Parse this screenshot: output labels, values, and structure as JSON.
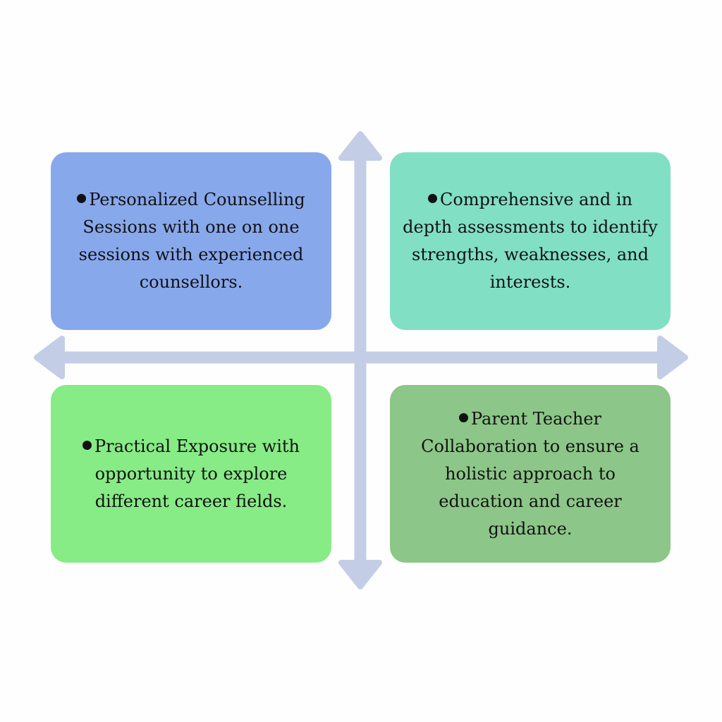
{
  "colors": {
    "top_left": "#88a8ec",
    "top_right": "#81dfc4",
    "bottom_left": "#87eb86",
    "bottom_right": "#8cc688",
    "axis": "#c4cde6"
  },
  "quadrants": {
    "top_left": {
      "text": "Personalized Counselling Sessions with one on one sessions with experienced counsellors."
    },
    "top_right": {
      "text": "Comprehensive and in depth assessments to identify strengths, weaknesses, and interests."
    },
    "bottom_left": {
      "text": "Practical Exposure with opportunity to explore different career fields."
    },
    "bottom_right": {
      "text": "Parent Teacher Collaboration to ensure a holistic approach to education and career guidance."
    }
  }
}
